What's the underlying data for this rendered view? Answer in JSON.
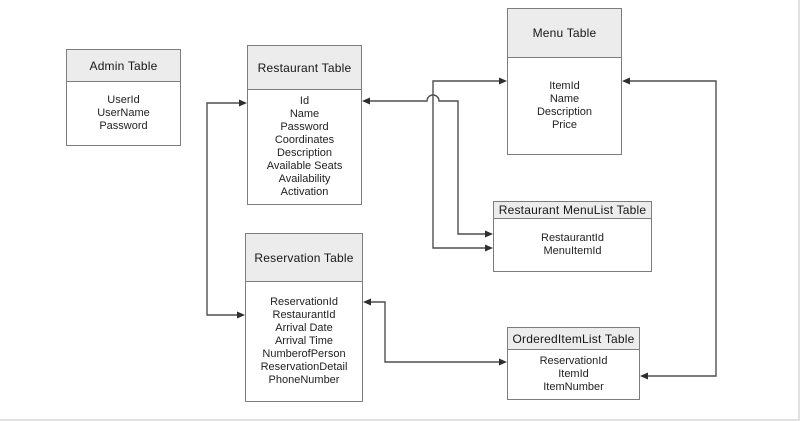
{
  "diagram": {
    "tables": [
      {
        "id": "admin",
        "title": "Admin Table",
        "fields": [
          "UserId",
          "UserName",
          "Password"
        ]
      },
      {
        "id": "restaurant",
        "title": "Restaurant Table",
        "fields": [
          "Id",
          "Name",
          "Password",
          "Coordinates",
          "Description",
          "Available Seats",
          "Availability",
          "Activation"
        ]
      },
      {
        "id": "menu",
        "title": "Menu Table",
        "fields": [
          "ItemId",
          "Name",
          "Description",
          "Price"
        ]
      },
      {
        "id": "restaurant-menulist",
        "title": "Restaurant MenuList Table",
        "fields": [
          "RestaurantId",
          "MenuItemId"
        ]
      },
      {
        "id": "reservation",
        "title": "Reservation Table",
        "fields": [
          "ReservationId",
          "RestaurantId",
          "Arrival Date",
          "Arrival Time",
          "NumberofPerson",
          "ReservationDetail",
          "PhoneNumber"
        ]
      },
      {
        "id": "ordered-itemlist",
        "title": "OrderedItemList Table",
        "fields": [
          "ReservationId",
          "ItemId",
          "ItemNumber"
        ]
      }
    ],
    "relationships": [
      {
        "id": "restaurant-reservation",
        "from": "Restaurant Table",
        "to": "Reservation Table",
        "arrows": "both-ends"
      },
      {
        "id": "restaurant-menulist",
        "from": "Restaurant Table",
        "to": "Restaurant MenuList Table",
        "arrows": "both-ends"
      },
      {
        "id": "menu-menulist",
        "from": "Menu Table",
        "to": "Restaurant MenuList Table",
        "arrows": "both-ends"
      },
      {
        "id": "menu-ordereditemlist",
        "from": "Menu Table",
        "to": "OrderedItemList Table",
        "arrows": "both-ends"
      },
      {
        "id": "reservation-ordereditemlist",
        "from": "Reservation Table",
        "to": "OrderedItemList Table",
        "arrows": "both-ends"
      }
    ],
    "colors": {
      "background": "#ffffff",
      "table_header_fill": "#ececec",
      "table_border": "#7d7d7d",
      "connector_line": "#4f4f4f",
      "arrowhead": "#2f2f2f",
      "text": "#222222"
    }
  }
}
